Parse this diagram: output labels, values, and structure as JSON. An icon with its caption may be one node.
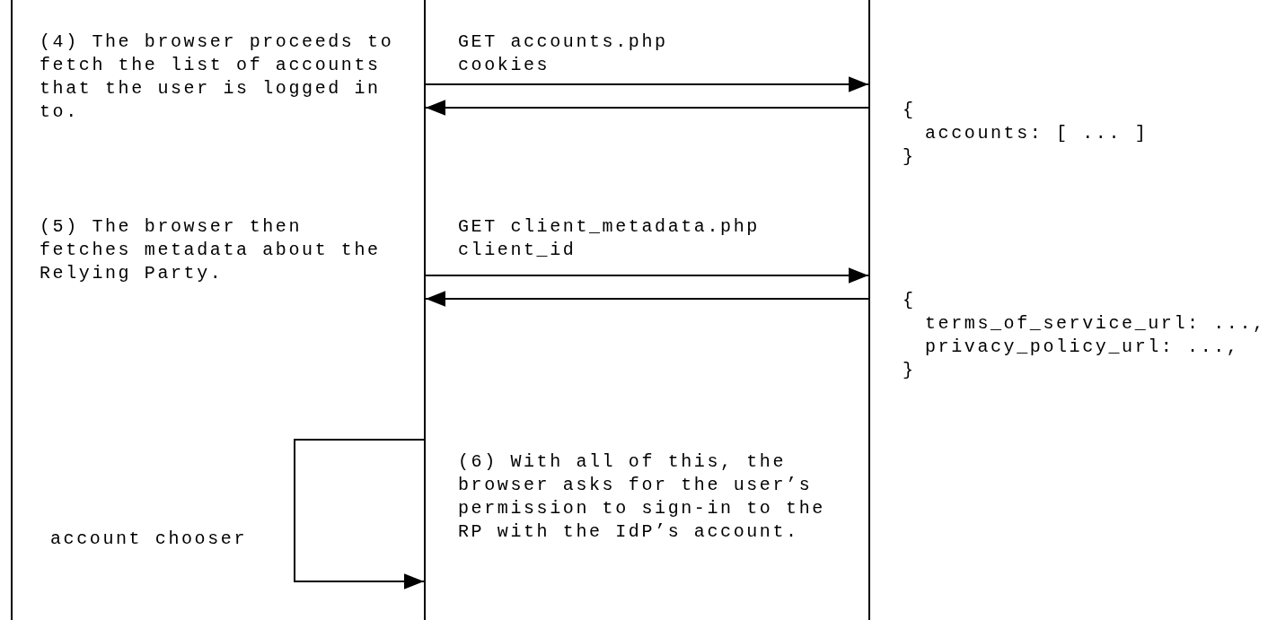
{
  "diagram": {
    "nodes": [
      {
        "text": [],
        "shape": "bar"
      },
      {
        "text": [],
        "shape": "bar"
      }
    ],
    "edges": [
      {
        "from": 0,
        "to": 1,
        "arrow": "to",
        "label": "GET accounts.php cookies"
      },
      {
        "from": 1,
        "to": 0,
        "arrow": "to"
      },
      {
        "from": 0,
        "to": 1,
        "arrow": "to",
        "label": "GET client_metadata.php client_id"
      },
      {
        "from": 1,
        "to": 0,
        "arrow": "to"
      },
      {
        "from": 0,
        "to": 0,
        "arrow": "to"
      }
    ],
    "labels": [
      "(4) The browser proceeds to fetch the list of accounts that the user is logged in to.",
      "{",
      "accounts: [ ... ]",
      "}",
      "(5) The browser then fetches metadata about the Relying Party.",
      "{",
      "terms_of_service_url: ...,",
      "privacy_policy_url: ...,",
      "}",
      "account chooser",
      "(6) With all of this, the browser asks for the user’s permission to sign-in to the RP with the IdP’s account."
    ]
  }
}
